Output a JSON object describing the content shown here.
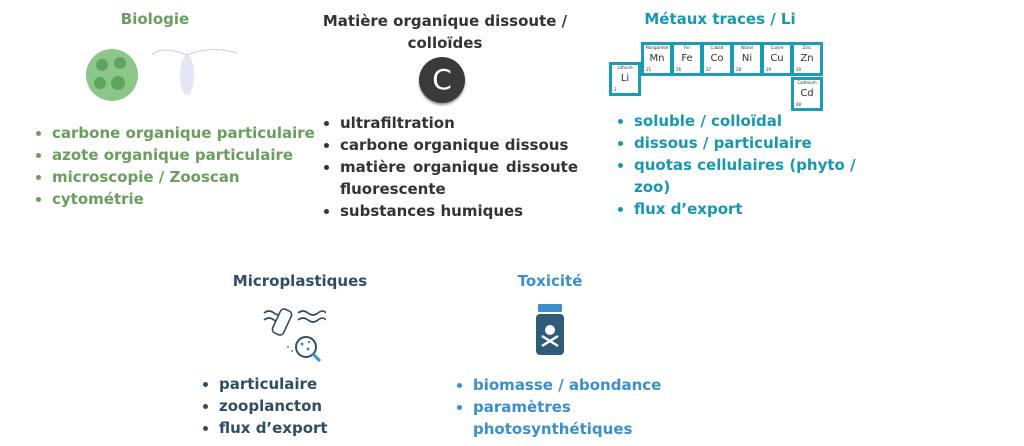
{
  "biologie": {
    "title": "Biologie",
    "items": [
      "carbone organique particulaire",
      "azote organique particulaire",
      "microscopie / Zooscan",
      "cytométrie"
    ]
  },
  "mod": {
    "title_l1": "Matière organique dissoute /",
    "title_l2": "colloïdes",
    "icon_letter": "C",
    "items": [
      "ultrafiltration",
      "carbone organique dissous",
      "matière organique dissoute fluorescente",
      "substances humiques"
    ]
  },
  "metaux": {
    "title": "Métaux traces / Li",
    "elements": [
      {
        "name": "Lithium",
        "symbol": "Li",
        "z": "3"
      },
      {
        "name": "Manganèse",
        "symbol": "Mn",
        "z": "25"
      },
      {
        "name": "Fer",
        "symbol": "Fe",
        "z": "26"
      },
      {
        "name": "Cobalt",
        "symbol": "Co",
        "z": "27"
      },
      {
        "name": "Nickel",
        "symbol": "Ni",
        "z": "28"
      },
      {
        "name": "Cuivre",
        "symbol": "Cu",
        "z": "29"
      },
      {
        "name": "Zinc",
        "symbol": "Zn",
        "z": "30"
      },
      {
        "name": "Cadmium",
        "symbol": "Cd",
        "z": "48"
      }
    ],
    "items": [
      "soluble / colloïdal",
      "dissous / particulaire",
      "quotas cellulaires (phyto / zoo)",
      "flux d’export"
    ]
  },
  "micro": {
    "title": "Microplastiques",
    "items": [
      "particulaire",
      "zooplancton",
      "flux d’export"
    ]
  },
  "tox": {
    "title": "Toxicité",
    "items": [
      "biomasse / abondance",
      "paramètres photosynthétiques"
    ]
  },
  "colors": {
    "biologie": "#6a9e5c",
    "mod": "#333333",
    "metaux": "#1797b0",
    "micro": "#2f4e66",
    "tox": "#3a8fcc"
  }
}
